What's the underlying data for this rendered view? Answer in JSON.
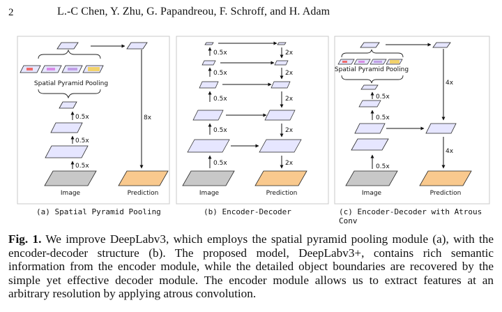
{
  "header": {
    "page_number": "2",
    "authors": "L.-C Chen, Y. Zhu, G. Papandreou, F. Schroff, and H. Adam"
  },
  "panels": {
    "a": {
      "caption": "(a) Spatial Pyramid Pooling",
      "spp_label": "Spatial Pyramid Pooling",
      "scales": [
        "0.5x",
        "0.5x",
        "0.5x"
      ],
      "upsample": "8x",
      "input_label": "Image",
      "output_label": "Prediction"
    },
    "b": {
      "caption": "(b) Encoder-Decoder",
      "encoder_scales": [
        "0.5x",
        "0.5x",
        "0.5x",
        "0.5x",
        "0.5x"
      ],
      "decoder_scales": [
        "2x",
        "2x",
        "2x",
        "2x",
        "2x"
      ],
      "input_label": "Image",
      "output_label": "Prediction"
    },
    "c": {
      "caption": "(c) Encoder-Decoder with Atrous Conv",
      "spp_label": "Spatial Pyramid Pooling",
      "scales": [
        "0.5x",
        "0.5x",
        "0.5x"
      ],
      "upsample_top": "4x",
      "upsample_bottom": "4x",
      "input_label": "Image",
      "output_label": "Prediction"
    }
  },
  "caption": {
    "label": "Fig. 1.",
    "text": " We improve DeepLabv3, which employs the spatial pyramid pooling module (a), with the encoder-decoder structure (b). The proposed model, DeepLabv3+, contains rich semantic information from the encoder module, while the detailed object boundaries are recovered by the simple yet effective decoder module. The encoder module allows us to extract features at an arbitrary resolution by applying atrous convolution."
  },
  "colors": {
    "feature": "#e6e6ff",
    "image": "#c8c8c8",
    "prediction": "#f9c98e",
    "pool_red": "#ef6a6a",
    "pool_magenta": "#d98ce6",
    "pool_violet": "#c09fe6",
    "pool_yellow": "#f2d26b"
  }
}
